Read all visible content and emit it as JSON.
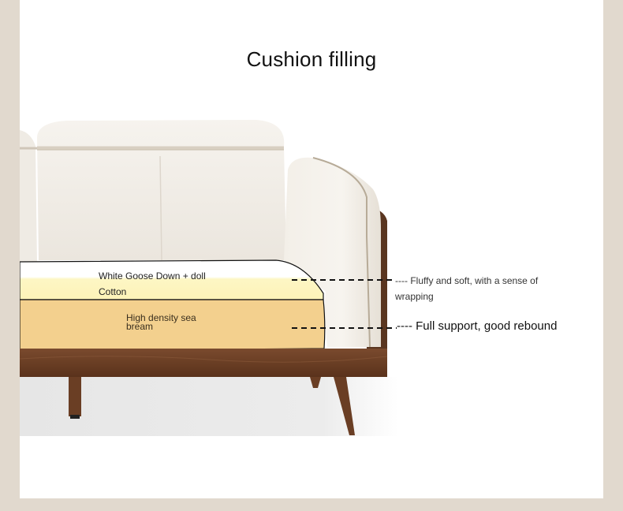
{
  "page": {
    "title": "Cushion filling",
    "colors": {
      "frame_border": "#e1d9ce",
      "panel_bg": "#ffffff",
      "top_layer": "#fdf6c4",
      "bottom_layer": "#f3d08e",
      "wood": "#6b3f26",
      "leather": "#f1ede6"
    }
  },
  "layers": [
    {
      "id": "top",
      "name_line1": "White Goose Down + doll",
      "name_line2": "Cotton",
      "callout": "---- Fluffy and soft, with a sense of wrapping"
    },
    {
      "id": "bottom",
      "name_line1": "High density sea",
      "name_line2": "bream",
      "callout": "---- Full support, good rebound"
    }
  ]
}
